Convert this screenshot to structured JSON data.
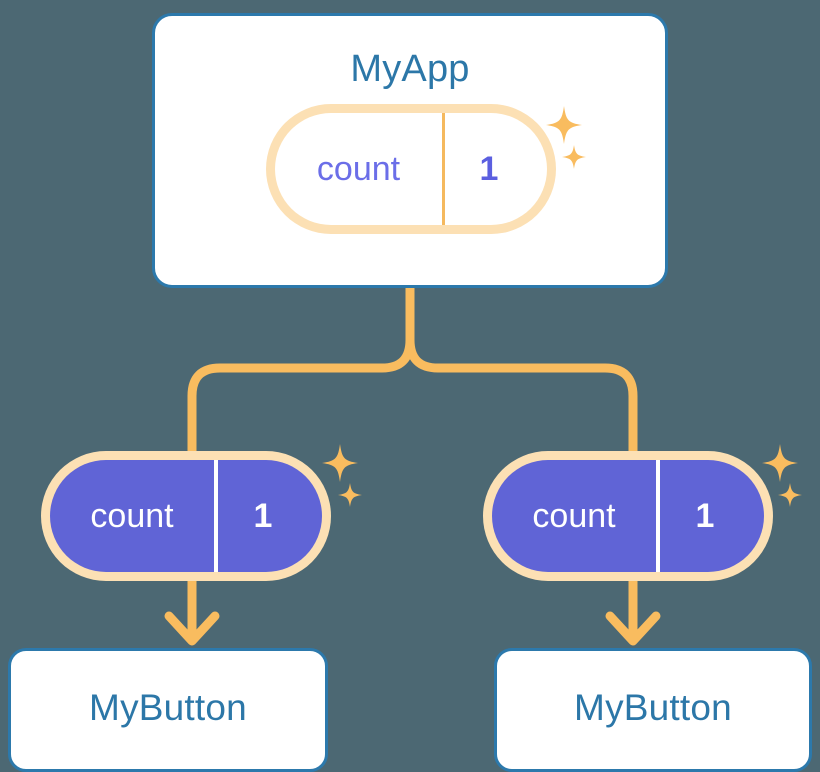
{
  "diagram": {
    "title_semantic": "react-state-propagation-tree",
    "background_color": "#4c6873"
  },
  "colors": {
    "card_border": "#2c79ac",
    "card_title_text": "#2c77a8",
    "card_background": "#ffffff",
    "pill_ring": "#f9bc5f",
    "pill_glow": "#fce0b4",
    "pill_solid_fill": "#6064d6",
    "pill_light_text": "#6b6ee8",
    "wire": "#f9bc5f",
    "sparkle": "#f9bc5f"
  },
  "nodes": {
    "app": {
      "label": "MyApp",
      "state": {
        "key": "count",
        "value": "1"
      }
    },
    "buttons": [
      {
        "label": "MyButton",
        "state": {
          "key": "count",
          "value": "1"
        }
      },
      {
        "label": "MyButton",
        "state": {
          "key": "count",
          "value": "1"
        }
      }
    ]
  },
  "icons": {
    "sparkle_large": "sparkle-icon",
    "sparkle_small": "sparkle-small-icon",
    "arrow_down": "arrow-down-icon",
    "branch_connector": "branch-connector-icon"
  }
}
